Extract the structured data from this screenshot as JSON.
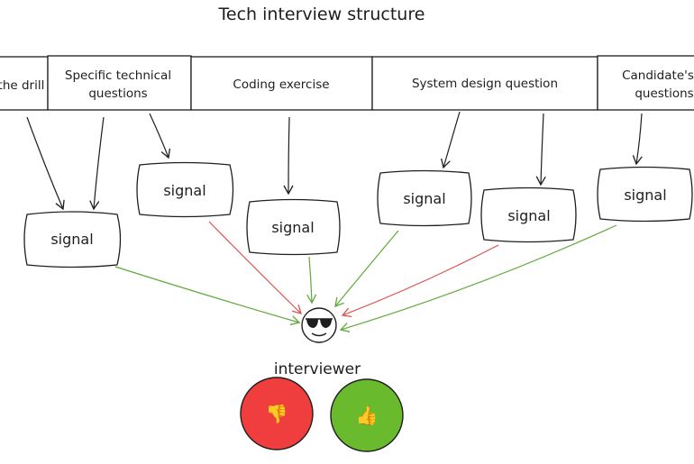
{
  "title": "Tech interview structure",
  "stages": [
    {
      "lines": [
        "...the drill"
      ]
    },
    {
      "lines": [
        "Specific technical",
        "questions"
      ]
    },
    {
      "lines": [
        "Coding exercise"
      ]
    },
    {
      "lines": [
        "System design question"
      ]
    },
    {
      "lines": [
        "Candidate's",
        "questions"
      ]
    }
  ],
  "signals": [
    {
      "label": "signal",
      "outcome": "positive"
    },
    {
      "label": "signal",
      "outcome": "negative"
    },
    {
      "label": "signal",
      "outcome": "positive"
    },
    {
      "label": "signal",
      "outcome": "positive"
    },
    {
      "label": "signal",
      "outcome": "negative"
    },
    {
      "label": "signal",
      "outcome": "positive"
    }
  ],
  "interviewer": {
    "label": "interviewer",
    "icon": "sunglasses-face-icon"
  },
  "verdicts": [
    {
      "name": "thumbs-down",
      "icon": "thumbs-down-icon",
      "glyph": "👎",
      "color": "#f03e3e"
    },
    {
      "name": "thumbs-up",
      "icon": "thumbs-up-icon",
      "glyph": "👍",
      "color": "#69bb2d"
    }
  ],
  "colors": {
    "ink": "#1e1e1e",
    "positive_arrow": "#5fa83a",
    "negative_arrow": "#d9534f"
  }
}
